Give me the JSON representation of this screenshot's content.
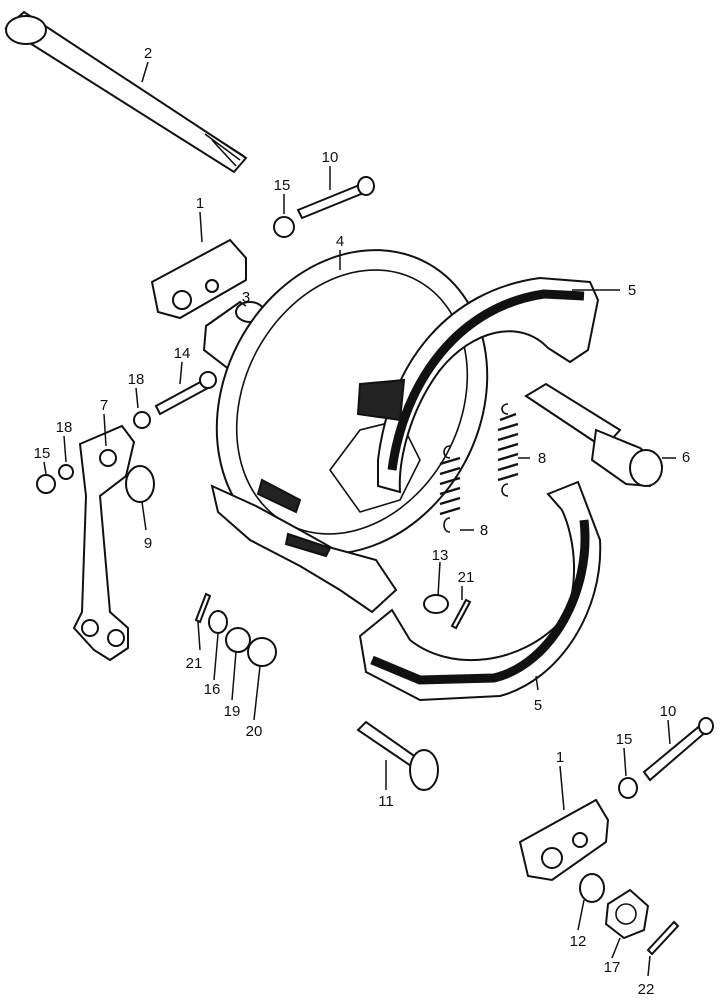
{
  "callouts": [
    {
      "id": "c1a",
      "text": "1"
    },
    {
      "id": "c1b",
      "text": "1"
    },
    {
      "id": "c2",
      "text": "2"
    },
    {
      "id": "c3",
      "text": "3"
    },
    {
      "id": "c4",
      "text": "4"
    },
    {
      "id": "c5a",
      "text": "5"
    },
    {
      "id": "c5b",
      "text": "5"
    },
    {
      "id": "c6",
      "text": "6"
    },
    {
      "id": "c7",
      "text": "7"
    },
    {
      "id": "c8a",
      "text": "8"
    },
    {
      "id": "c8b",
      "text": "8"
    },
    {
      "id": "c9",
      "text": "9"
    },
    {
      "id": "c10a",
      "text": "10"
    },
    {
      "id": "c10b",
      "text": "10"
    },
    {
      "id": "c11",
      "text": "11"
    },
    {
      "id": "c12",
      "text": "12"
    },
    {
      "id": "c13",
      "text": "13"
    },
    {
      "id": "c14",
      "text": "14"
    },
    {
      "id": "c15a",
      "text": "15"
    },
    {
      "id": "c15b",
      "text": "15"
    },
    {
      "id": "c15c",
      "text": "15"
    },
    {
      "id": "c16",
      "text": "16"
    },
    {
      "id": "c17",
      "text": "17"
    },
    {
      "id": "c18a",
      "text": "18"
    },
    {
      "id": "c18b",
      "text": "18"
    },
    {
      "id": "c19",
      "text": "19"
    },
    {
      "id": "c20",
      "text": "20"
    },
    {
      "id": "c21a",
      "text": "21"
    },
    {
      "id": "c21b",
      "text": "21"
    },
    {
      "id": "c22",
      "text": "22"
    }
  ]
}
